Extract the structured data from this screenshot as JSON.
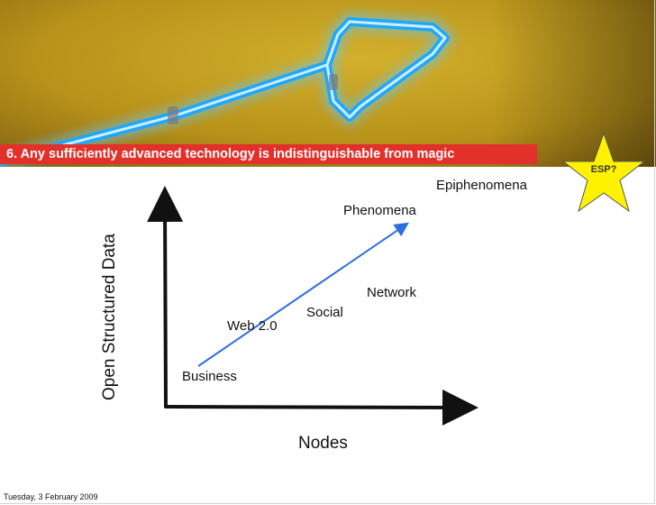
{
  "slide": {
    "title": "6. Any sufficiently advanced technology is indistinguishable from magic",
    "star_label": "ESP?",
    "footer_date": "Tuesday, 3 February 2009"
  },
  "diagram": {
    "y_axis_label": "Open Structured Data",
    "x_axis_label": "Nodes",
    "stages": [
      "Business",
      "Web 2.0",
      "Social",
      "Network",
      "Phenomena",
      "Epiphenomena"
    ]
  },
  "colors": {
    "title_bar": "#e2302a",
    "star_fill": "#fff200",
    "progression_arrow": "#2d6fe0",
    "neon": "#1ea8ff",
    "banner_wall": "#c4a020"
  },
  "icons": {
    "banner": "neon-arrow-icon",
    "star": "star-icon"
  }
}
